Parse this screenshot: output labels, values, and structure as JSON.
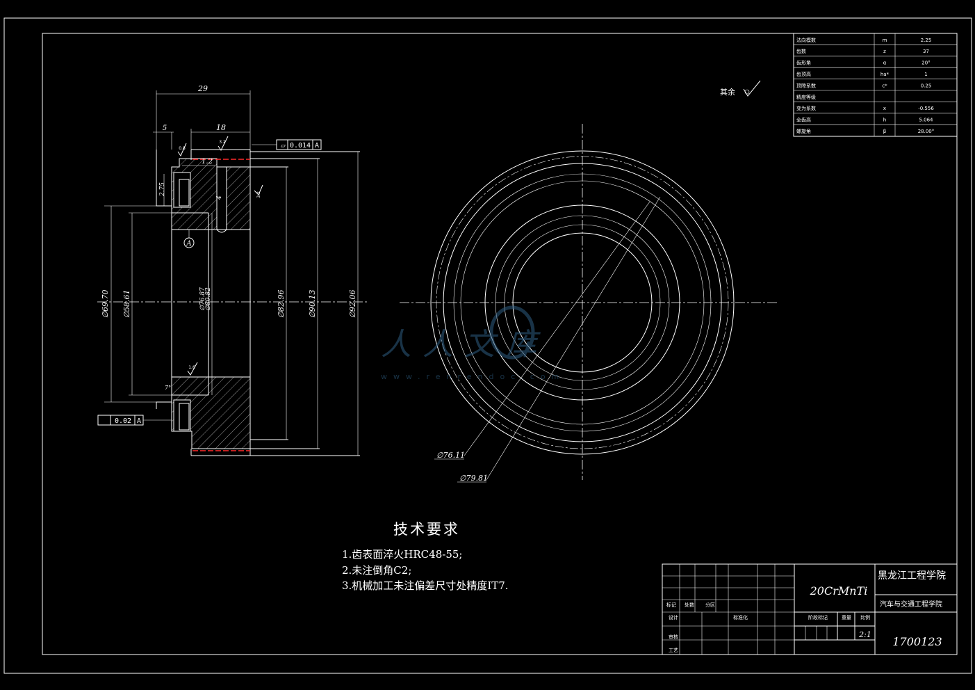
{
  "drawing": {
    "section_dims": {
      "d29": "29",
      "d18": "18",
      "d5": "5",
      "d1_2": "1.2",
      "d2_75": "2.75",
      "d4": "4",
      "roughness_a": "0.8",
      "roughness_b": "3.2",
      "roughness_c": "3.2",
      "roughness_d": "1.6",
      "chamfer_angle": "7°",
      "datum": "A",
      "phi_69_70": "∅69.70",
      "phi_58_61": "∅58.61",
      "phi_76_87": "∅76.87",
      "phi_80_82": "∅80.82",
      "phi_82_96": "∅82.96",
      "phi_90_13": "∅90.13",
      "phi_92_06": "∅92.06"
    },
    "tolerance_top": {
      "value": "0.014",
      "datum": "A"
    },
    "tolerance_bottom": {
      "value": "0.02",
      "datum": "A"
    },
    "front_view_dims": {
      "phi_76_11": "∅76.11",
      "phi_79_81": "∅79.81"
    },
    "remaining_roughness": "其余"
  },
  "param_table": {
    "rows": [
      {
        "name": "法向模数",
        "symbol": "m",
        "value": "2.25"
      },
      {
        "name": "齿数",
        "symbol": "z",
        "value": "37"
      },
      {
        "name": "齿形角",
        "symbol": "α",
        "value": "20°"
      },
      {
        "name": "齿顶高",
        "symbol": "ha*",
        "value": "1"
      },
      {
        "name": "顶隙系数",
        "symbol": "c*",
        "value": "0.25"
      },
      {
        "name": "精度等级",
        "symbol": "",
        "value": ""
      },
      {
        "name": "变为系数",
        "symbol": "x",
        "value": "-0.556"
      },
      {
        "name": "全齿高",
        "symbol": "h",
        "value": "5.064"
      },
      {
        "name": "螺旋角",
        "symbol": "β",
        "value": "28.00°"
      }
    ]
  },
  "tech_requirements": {
    "title": "技术要求",
    "items": [
      "1.齿表面淬火HRC48-55;",
      "2.未注倒角C2;",
      "3.机械加工未注偏差尺寸处精度IT7."
    ]
  },
  "title_block": {
    "material": "20CrMnTi",
    "school": "黑龙江工程学院",
    "department": "汽车与交通工程学院",
    "scale": "2:1",
    "drawing_no": "1700123",
    "labels": {
      "mark": "标记",
      "count": "处数",
      "zone": "分区",
      "design": "设计",
      "standardize": "标准化",
      "review": "审核",
      "process": "工艺",
      "stage_mark": "阶段标记",
      "weight": "重量",
      "ratio": "比例"
    }
  },
  "watermark": {
    "text": "人人文库",
    "url": "www.renrendoc.com"
  }
}
